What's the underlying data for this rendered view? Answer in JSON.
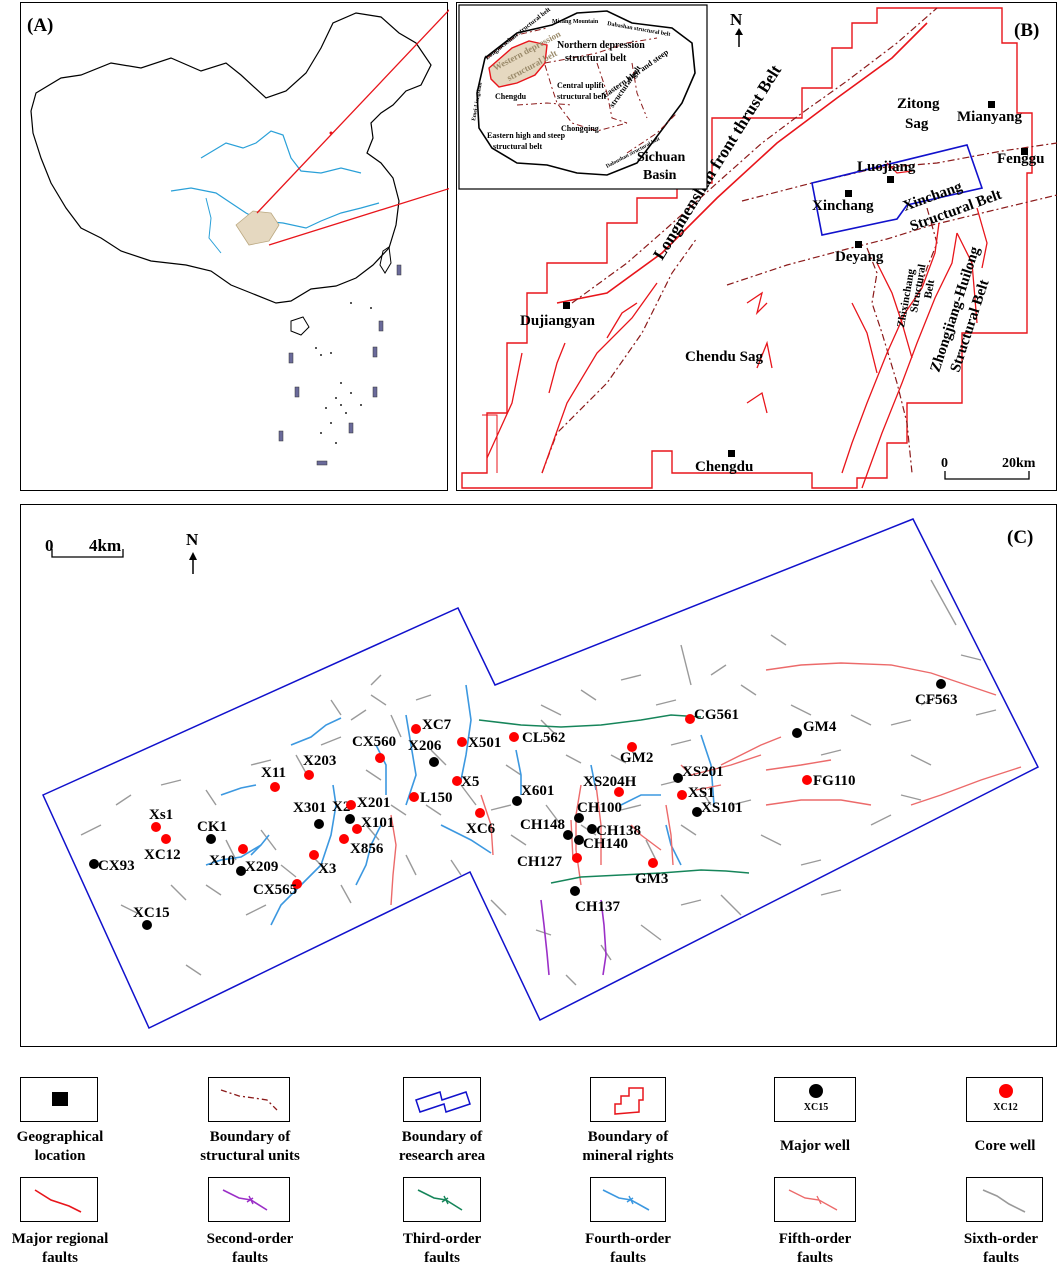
{
  "panels": {
    "a": {
      "label": "(A)"
    },
    "b": {
      "label": "(B)",
      "north": "N",
      "scale": {
        "zero": "0",
        "value": "20km"
      },
      "places": {
        "zitong": "Zitong",
        "sag": "Sag",
        "mianyang": "Mianyang",
        "luojiang": "Luojiang",
        "fenggu": "Fenggu",
        "xinchang": "Xinchang",
        "deyang": "Deyang",
        "dujiangyan": "Dujiangyan",
        "chendu_sag": "Chendu Sag",
        "chengdu": "Chengdu"
      },
      "belts": {
        "longmenshan": "Longmenshan front thrust Belt",
        "xinchang_belt_1": "Xinchang",
        "xinchang_belt_2": "Structural Belt",
        "zhixinchang_1": "Zhixinchang",
        "zhixinchang_2": "Structural",
        "zhixinchang_3": "Belt",
        "zhongjiang_1": "Zhongjiang-Huilong",
        "zhongjiang_2": "Structural Belt"
      }
    },
    "inset": {
      "sichuan_1": "Sichuan",
      "sichuan_2": "Basin",
      "units": {
        "western_1": "Western depression",
        "western_2": "structural belt",
        "northern_1": "Northern depression",
        "northern_2": "structural belt",
        "central_1": "Central uplift",
        "central_2": "structural belt",
        "eastern_hs_1": "Eastern high and steep",
        "eastern_hs_2": "structural belt",
        "eastern_hs2_1": "Eastern high and steep",
        "eastern_hs2_2": "structural belt",
        "chengdu": "Chengdu",
        "chongqing": "Chongqing",
        "longmenshan_sb": "Longmenshan structural belt",
        "micang": "Micang Mountain",
        "dabashan": "Dabashan structural belt",
        "daloushan": "Daloushan structural belt",
        "emei": "Emei-Liangshan"
      }
    },
    "c": {
      "label": "(C)",
      "north": "N",
      "scale": {
        "zero": "0",
        "value": "4km"
      },
      "wells": [
        {
          "name": "Xs1",
          "type": "core"
        },
        {
          "name": "XC12",
          "type": "core"
        },
        {
          "name": "CK1",
          "type": "major"
        },
        {
          "name": "CX93",
          "type": "major"
        },
        {
          "name": "XC15",
          "type": "major"
        },
        {
          "name": "X10",
          "type": "core"
        },
        {
          "name": "X209",
          "type": "major"
        },
        {
          "name": "CX565",
          "type": "core"
        },
        {
          "name": "X3",
          "type": "core"
        },
        {
          "name": "X856",
          "type": "core"
        },
        {
          "name": "X101",
          "type": "core"
        },
        {
          "name": "X2",
          "type": "major"
        },
        {
          "name": "X301",
          "type": "major"
        },
        {
          "name": "X201",
          "type": "core"
        },
        {
          "name": "X203",
          "type": "core"
        },
        {
          "name": "X11",
          "type": "core"
        },
        {
          "name": "CX560",
          "type": "core"
        },
        {
          "name": "XC7",
          "type": "core"
        },
        {
          "name": "X206",
          "type": "major"
        },
        {
          "name": "X501",
          "type": "core"
        },
        {
          "name": "X5",
          "type": "core"
        },
        {
          "name": "L150",
          "type": "core"
        },
        {
          "name": "XC6",
          "type": "core"
        },
        {
          "name": "CL562",
          "type": "core"
        },
        {
          "name": "X601",
          "type": "major"
        },
        {
          "name": "CH100",
          "type": "major"
        },
        {
          "name": "CH148",
          "type": "major"
        },
        {
          "name": "CH138",
          "type": "major"
        },
        {
          "name": "CH140",
          "type": "major"
        },
        {
          "name": "CH127",
          "type": "core"
        },
        {
          "name": "CH137",
          "type": "major"
        },
        {
          "name": "GM2",
          "type": "core"
        },
        {
          "name": "XS204H",
          "type": "core"
        },
        {
          "name": "GM3",
          "type": "core"
        },
        {
          "name": "CG561",
          "type": "core"
        },
        {
          "name": "XS201",
          "type": "major"
        },
        {
          "name": "XS1",
          "type": "core"
        },
        {
          "name": "XS101",
          "type": "major"
        },
        {
          "name": "GM4",
          "type": "major"
        },
        {
          "name": "FG110",
          "type": "core"
        },
        {
          "name": "CF563",
          "type": "major"
        }
      ]
    }
  },
  "legend": {
    "items": [
      {
        "label_1": "Geographical",
        "label_2": "location"
      },
      {
        "label_1": "Boundary of",
        "label_2": "structural units"
      },
      {
        "label_1": "Boundary of",
        "label_2": "research area"
      },
      {
        "label_1": "Boundary of",
        "label_2": "mineral rights"
      },
      {
        "label_1": "Major well",
        "label_2": "",
        "sample": "XC15"
      },
      {
        "label_1": "Core well",
        "label_2": "",
        "sample": "XC12"
      },
      {
        "label_1": "Major regional",
        "label_2": "faults"
      },
      {
        "label_1": "Second-order",
        "label_2": "faults"
      },
      {
        "label_1": "Third-order",
        "label_2": "faults"
      },
      {
        "label_1": "Fourth-order",
        "label_2": "faults"
      },
      {
        "label_1": "Fifth-order",
        "label_2": "faults"
      },
      {
        "label_1": "Sixth-order",
        "label_2": "faults"
      }
    ]
  },
  "colors": {
    "major_well": "#000000",
    "core_well": "#ff0000",
    "major_fault": "#e8151b",
    "second_order": "#9b2fc7",
    "third_order": "#16855a",
    "fourth_order": "#3c98e0",
    "fifth_order": "#ec6a6a",
    "sixth_order": "#9a9a9a",
    "research_area": "#1111cc",
    "river": "#2aa0d8",
    "basin_fill": "#e5d8c0",
    "structural_boundary": "#8b1a1a"
  }
}
